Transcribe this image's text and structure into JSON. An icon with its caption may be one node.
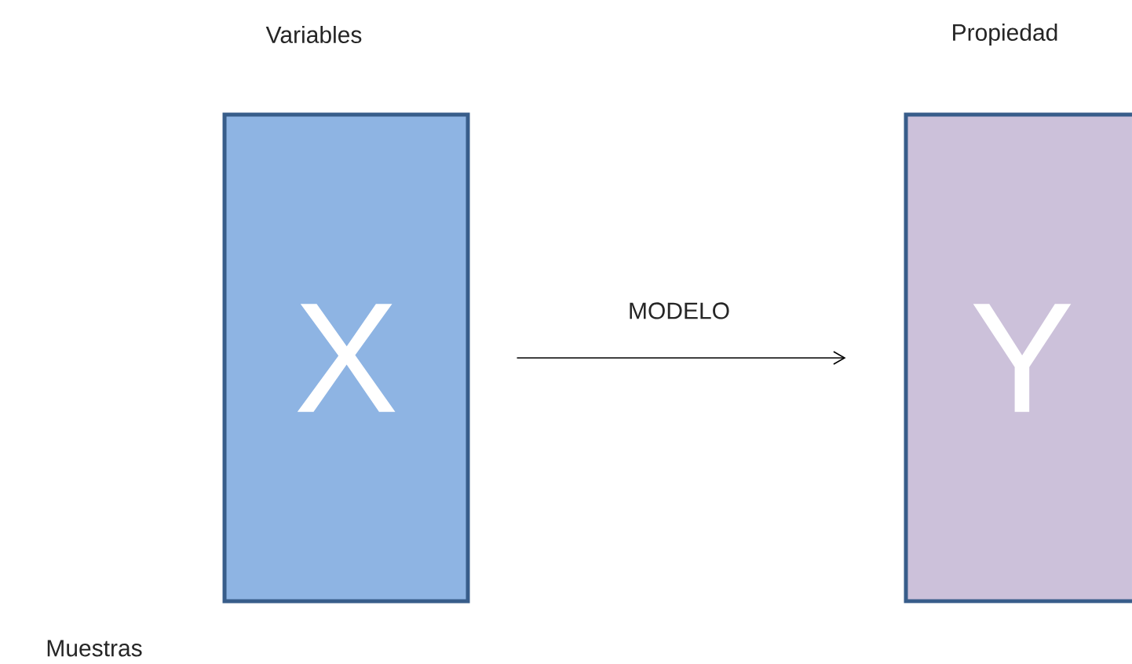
{
  "diagram": {
    "nodes": [
      {
        "text": [
          "X"
        ],
        "beside": [
          "Variables"
        ]
      },
      {
        "text": [
          "Y"
        ],
        "beside": [
          "Propiedad"
        ]
      }
    ],
    "edges": [
      {
        "from": 0,
        "to": 1,
        "arrow": "to",
        "label": "MODELO"
      }
    ],
    "labels": [
      "Muestras"
    ]
  }
}
